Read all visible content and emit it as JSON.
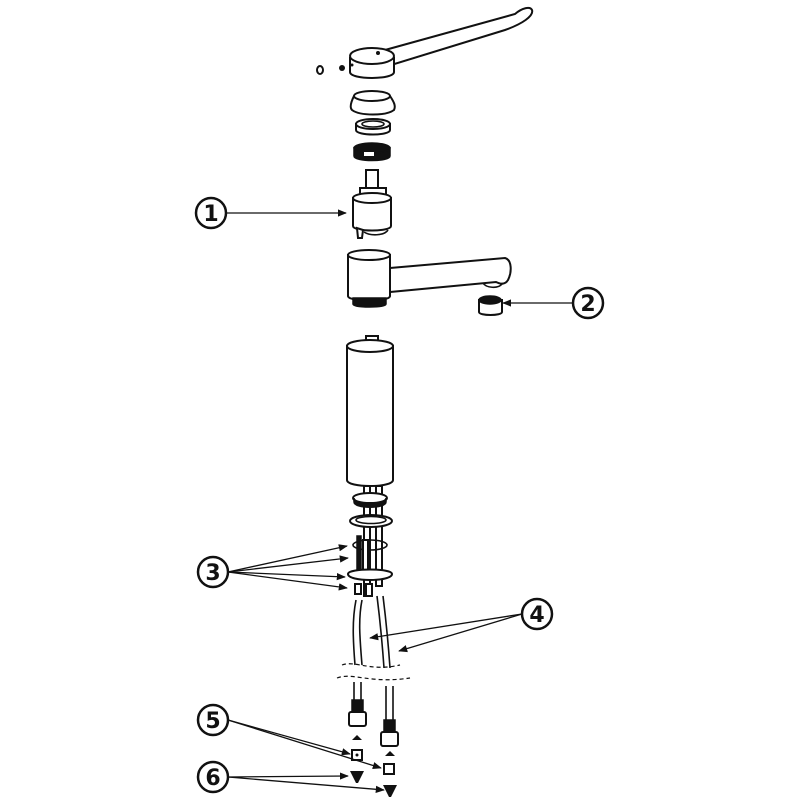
{
  "diagram": {
    "type": "exploded-view",
    "colors": {
      "line": "#111111",
      "background": "#ffffff"
    },
    "callouts": [
      {
        "id": "callout-1",
        "label": "1"
      },
      {
        "id": "callout-2",
        "label": "2"
      },
      {
        "id": "callout-3",
        "label": "3"
      },
      {
        "id": "callout-4",
        "label": "4"
      },
      {
        "id": "callout-5",
        "label": "5"
      },
      {
        "id": "callout-6",
        "label": "6"
      }
    ]
  }
}
